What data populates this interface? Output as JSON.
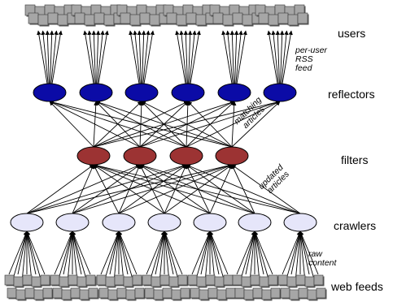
{
  "layers": {
    "users": "users",
    "reflectors": "reflectors",
    "filters": "filters",
    "crawlers": "crawlers",
    "feeds": "web feeds"
  },
  "annotations": {
    "per_user_rss_feed": [
      "per-user",
      "RSS",
      "feed"
    ],
    "matching_articles": [
      "matching",
      "articles"
    ],
    "updated_articles": [
      "updated",
      "articles"
    ],
    "raw_content": [
      "raw",
      "content"
    ]
  },
  "node_counts": {
    "user_groups": 6,
    "reflectors": 6,
    "filters": 4,
    "crawlers": 7,
    "feed_groups": 7
  },
  "colors": {
    "reflector_fill": "#0b0ba6",
    "filter_fill": "#9c3333",
    "crawler_fill": "#e6e6fa",
    "node_stroke": "#000000",
    "box_fill": "#a6a6a6",
    "box_shadow": "#5a5a5a",
    "line": "#000000"
  }
}
